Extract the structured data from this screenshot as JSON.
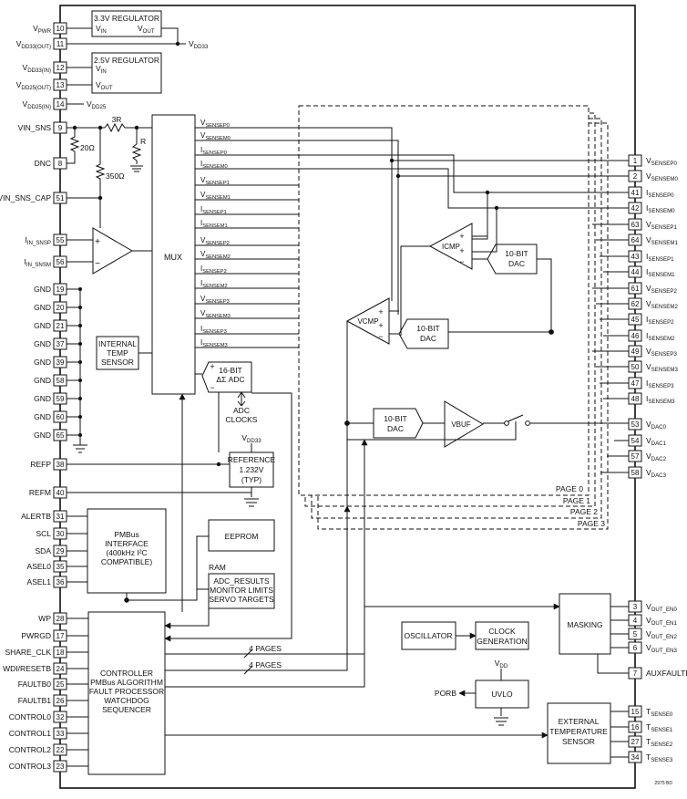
{
  "chip_id": "2975 BD",
  "left_pins": [
    {
      "label": "VPWR",
      "num": "10"
    },
    {
      "label": "VDD33(OUT)",
      "num": "11"
    },
    {
      "label": "VDD33(IN)",
      "num": "12"
    },
    {
      "label": "VDD25(OUT)",
      "num": "13"
    },
    {
      "label": "VDD25(IN)",
      "num": "14"
    },
    {
      "label": "VIN_SNS",
      "num": "9"
    },
    {
      "label": "DNC",
      "num": "8"
    },
    {
      "label": "VIN_SNS_CAP",
      "num": "51"
    },
    {
      "label": "IIN_SNSP",
      "num": "55"
    },
    {
      "label": "IIN_SNSM",
      "num": "56"
    },
    {
      "label": "GND",
      "num": "19"
    },
    {
      "label": "GND",
      "num": "20"
    },
    {
      "label": "GND",
      "num": "21"
    },
    {
      "label": "GND",
      "num": "37"
    },
    {
      "label": "GND",
      "num": "39"
    },
    {
      "label": "GND",
      "num": "58"
    },
    {
      "label": "GND",
      "num": "59"
    },
    {
      "label": "GND",
      "num": "60"
    },
    {
      "label": "GND",
      "num": "65"
    },
    {
      "label": "REFP",
      "num": "38"
    },
    {
      "label": "REFM",
      "num": "40"
    },
    {
      "label": "ALERTB",
      "num": "31"
    },
    {
      "label": "SCL",
      "num": "30"
    },
    {
      "label": "SDA",
      "num": "29"
    },
    {
      "label": "ASEL0",
      "num": "35"
    },
    {
      "label": "ASEL1",
      "num": "36"
    },
    {
      "label": "WP",
      "num": "28"
    },
    {
      "label": "PWRGD",
      "num": "17"
    },
    {
      "label": "SHARE_CLK",
      "num": "18"
    },
    {
      "label": "WDI/RESETB",
      "num": "24"
    },
    {
      "label": "FAULTB0",
      "num": "25"
    },
    {
      "label": "FAULTB1",
      "num": "26"
    },
    {
      "label": "CONTROL0",
      "num": "32"
    },
    {
      "label": "CONTROL1",
      "num": "33"
    },
    {
      "label": "CONTROL2",
      "num": "22"
    },
    {
      "label": "CONTROL3",
      "num": "23"
    }
  ],
  "right_pins": [
    {
      "label": "VSENSEP0",
      "num": "1"
    },
    {
      "label": "VSENSEM0",
      "num": "2"
    },
    {
      "label": "ISENSEP0",
      "num": "41"
    },
    {
      "label": "ISENSEM0",
      "num": "42"
    },
    {
      "label": "VSENSEP1",
      "num": "63"
    },
    {
      "label": "VSENSEM1",
      "num": "64"
    },
    {
      "label": "ISENSEP1",
      "num": "43"
    },
    {
      "label": "ISENSEM1",
      "num": "44"
    },
    {
      "label": "VSENSEP2",
      "num": "61"
    },
    {
      "label": "VSENSEM2",
      "num": "62"
    },
    {
      "label": "ISENSEP2",
      "num": "45"
    },
    {
      "label": "ISENSEM2",
      "num": "46"
    },
    {
      "label": "VSENSEP3",
      "num": "49"
    },
    {
      "label": "VSENSEM3",
      "num": "50"
    },
    {
      "label": "ISENSEP3",
      "num": "47"
    },
    {
      "label": "ISENSEM3",
      "num": "48"
    },
    {
      "label": "VDAC0",
      "num": "53"
    },
    {
      "label": "VDAC1",
      "num": "54"
    },
    {
      "label": "VDAC2",
      "num": "57"
    },
    {
      "label": "VDAC3",
      "num": "58"
    },
    {
      "label": "VOUT_EN0",
      "num": "3"
    },
    {
      "label": "VOUT_EN1",
      "num": "4"
    },
    {
      "label": "VOUT_EN2",
      "num": "5"
    },
    {
      "label": "VOUT_EN3",
      "num": "6"
    },
    {
      "label": "AUXFAULTB",
      "num": "7"
    },
    {
      "label": "TSENSE0",
      "num": "15"
    },
    {
      "label": "TSENSE1",
      "num": "16"
    },
    {
      "label": "TSENSE2",
      "num": "27"
    },
    {
      "label": "TSENSE3",
      "num": "34"
    }
  ],
  "mux_inputs": [
    "VSENSEP0",
    "VSENSEM0",
    "ISENSEP0",
    "ISENSEM0",
    "VSENSEP1",
    "VSENSEM1",
    "ISENSEP1",
    "ISENSEM1",
    "VSENSEP2",
    "VSENSEM2",
    "ISENSEP2",
    "ISENSEM2",
    "VSENSEP3",
    "VSENSEM3",
    "ISENSEP3",
    "ISENSEM3"
  ],
  "blocks": {
    "reg33": {
      "title": "3.3V REGULATOR",
      "vin": "VIN",
      "vout": "VOUT"
    },
    "reg25": {
      "title": "2.5V REGULATOR",
      "vin": "VIN",
      "vout": "VOUT"
    },
    "vdd33_tap": "VDD33",
    "vdd25_tap": "VDD25",
    "r3r": "3R",
    "r_r": "R",
    "r20": "20Ω",
    "r350": "350Ω",
    "mux": "MUX",
    "temp": [
      "INTERNAL",
      "TEMP",
      "SENSOR"
    ],
    "adc": [
      "16-BIT",
      "ΔΣ ADC"
    ],
    "adc_clocks": [
      "ADC",
      "CLOCKS"
    ],
    "ref_vdd": "VDD33",
    "ref": [
      "REFERENCE",
      "1.232V",
      "(TYP)"
    ],
    "pmbus": [
      "PMBus",
      "INTERFACE",
      "(400kHz I²C",
      "COMPATIBLE)"
    ],
    "eeprom": "EEPROM",
    "ram": "RAM",
    "ram_block": [
      "ADC_RESULTS",
      "MONITOR LIMITS",
      "SERVO TARGETS"
    ],
    "controller": [
      "CONTROLLER",
      "PMBus ALGORITHM",
      "FAULT PROCESSOR",
      "WATCHDOG",
      "SEQUENCER"
    ],
    "icmp": "ICMP",
    "vcmp": "VCMP",
    "dac": [
      "10-BIT",
      "DAC"
    ],
    "vbuf": "VBUF",
    "pages": [
      "PAGE 0",
      "PAGE 1",
      "PAGE 2",
      "PAGE 3"
    ],
    "bus4": "4 PAGES",
    "oscillator": "OSCILLATOR",
    "clockgen": [
      "CLOCK",
      "GENERATION"
    ],
    "masking": "MASKING",
    "uvlo_vdd": "VDD",
    "porb": "PORB",
    "uvlo": "UVLO",
    "ext_temp": [
      "EXTERNAL",
      "TEMPERATURE",
      "SENSOR"
    ]
  }
}
